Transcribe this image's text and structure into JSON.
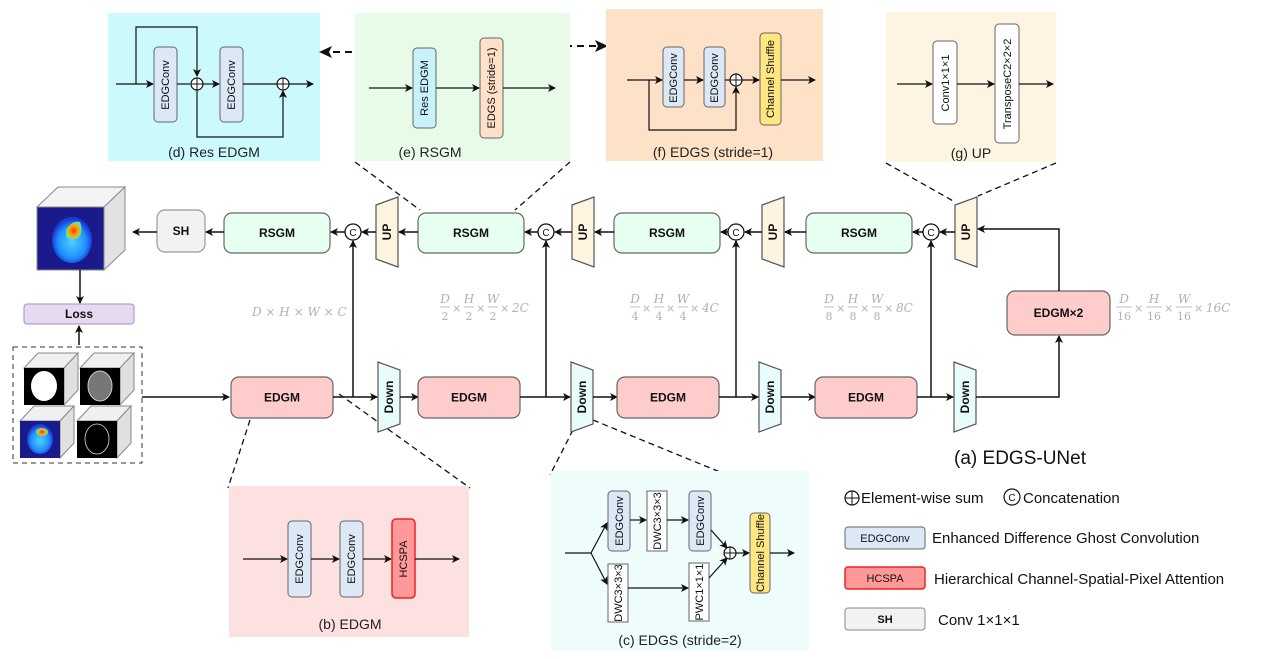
{
  "title": "(a) EDGS-UNet",
  "colors": {
    "edgm_fill": "#ffcccc",
    "rsgm_fill": "#e6fff0",
    "up_fill": "#fff4e0",
    "down_fill": "#e8fcfc",
    "edgconv_fill": "#dce8f5",
    "hcspa_fill": "#ff9999",
    "hcspa_stroke": "#ee2222",
    "shuffle_fill": "#ffe680",
    "res_edgm_fill": "#c8f2fa",
    "edgs_fill": "#ffe0c8",
    "sh_fill": "#f2f2f2",
    "loss_fill": "#e6d9f0",
    "panel_d_bg": "#ccfafc",
    "panel_e_bg": "#e8fbe8",
    "panel_f_bg": "#fde2c8",
    "panel_g_bg": "#fdf5e2",
    "panel_b_bg": "#fde0e0",
    "panel_c_bg": "#eefcfc",
    "dim_text": "#b0b0b0"
  },
  "main": {
    "encoder": [
      "EDGM",
      "EDGM",
      "EDGM",
      "EDGM"
    ],
    "bottleneck": "EDGM×2",
    "decoder": [
      "RSGM",
      "RSGM",
      "RSGM",
      "RSGM"
    ],
    "down_label": "Down",
    "up_label": "UP",
    "concat_label": "C",
    "sh_label": "SH",
    "loss_label": "Loss",
    "dims": [
      {
        "num": [
          "D",
          "H",
          "W"
        ],
        "den": [
          "",
          "",
          ""
        ],
        "ch": "C",
        "flat": "D × H × W × C"
      },
      {
        "num": [
          "D",
          "H",
          "W"
        ],
        "den": [
          "2",
          "2",
          "2"
        ],
        "ch": "2C"
      },
      {
        "num": [
          "D",
          "H",
          "W"
        ],
        "den": [
          "4",
          "4",
          "4"
        ],
        "ch": "4C"
      },
      {
        "num": [
          "D",
          "H",
          "W"
        ],
        "den": [
          "8",
          "8",
          "8"
        ],
        "ch": "8C"
      },
      {
        "num": [
          "D",
          "H",
          "W"
        ],
        "den": [
          "16",
          "16",
          "16"
        ],
        "ch": "16C"
      }
    ]
  },
  "panels": {
    "res_edgm": {
      "title": "(d) Res EDGM",
      "blocks": [
        "EDGConv",
        "EDGConv"
      ]
    },
    "rsgm": {
      "title": "(e) RSGM",
      "blocks": [
        "Res EDGM",
        "EDGS (stride=1)"
      ]
    },
    "edgs1": {
      "title": "(f) EDGS (stride=1)",
      "blocks": [
        "EDGConv",
        "EDGConv",
        "Channel Shuffle"
      ]
    },
    "up": {
      "title": "(g) UP",
      "blocks": [
        "Conv1×1×1",
        "TransposeC2×2×2"
      ]
    },
    "edgm": {
      "title": "(b) EDGM",
      "blocks": [
        "EDGConv",
        "EDGConv",
        "HCSPA"
      ]
    },
    "edgs2": {
      "title": "(c) EDGS (stride=2)",
      "blocks": [
        "EDGConv",
        "DWC3×3×3",
        "EDGConv",
        "DWC3×3×3",
        "PWC1×1×1",
        "Channel Shuffle"
      ]
    }
  },
  "legend": {
    "sum": "Element-wise sum",
    "concat_symbol": "C",
    "concat": "Concatenation",
    "items": [
      {
        "box": "EDGConv",
        "text": "Enhanced Difference Ghost Convolution"
      },
      {
        "box": "HCSPA",
        "text": "Hierarchical Channel-Spatial-Pixel Attention"
      },
      {
        "box": "SH",
        "text": "Conv 1×1×1"
      }
    ]
  }
}
